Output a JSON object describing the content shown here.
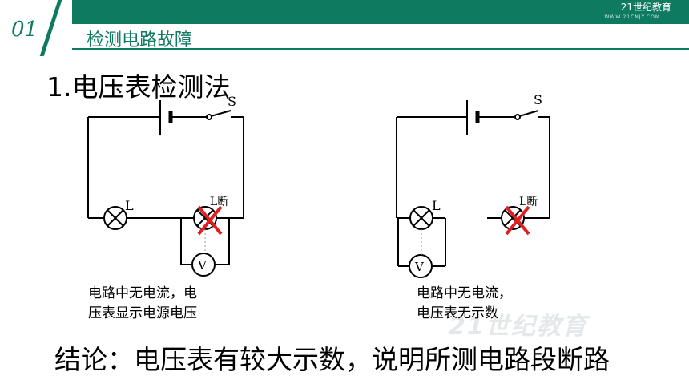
{
  "header": {
    "section_number": "01",
    "section_title": "检测电路故障",
    "logo_text": "21世纪教育",
    "logo_sub": "WWW.21CNJY.COM"
  },
  "subtitle": "1.电压表检测法",
  "diagram_left": {
    "switch_label": "S",
    "lamp1_label": "L",
    "lamp2_label": "L断",
    "meter_label": "V"
  },
  "diagram_right": {
    "switch_label": "S",
    "lamp1_label": "L",
    "lamp2_label": "L断",
    "meter_label": "V"
  },
  "captions": {
    "left_line1": "电路中无电流，电",
    "left_line2": "压表显示电源电压",
    "right_line1": "电路中无电流，",
    "right_line2": "电压表无示数"
  },
  "conclusion": "结论：电压表有较大示数，说明所测电路段断路",
  "watermark": "21世纪教育",
  "colors": {
    "brand": "#0e7a60",
    "fault_mark": "#e02020"
  }
}
